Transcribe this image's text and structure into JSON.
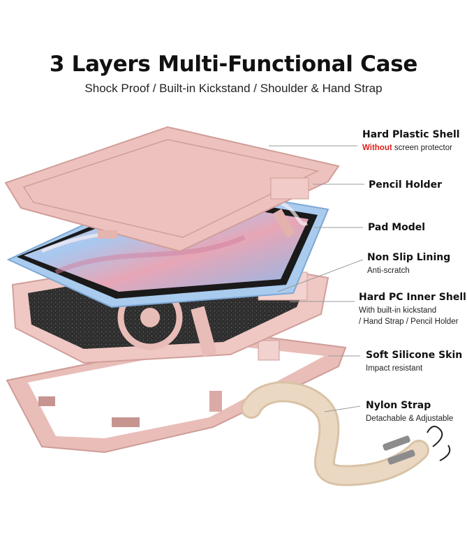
{
  "header": {
    "title": "3 Layers Multi-Functional Case",
    "subtitle": "Shock Proof / Built-in Kickstand / Shoulder & Hand Strap"
  },
  "callouts": [
    {
      "label": "Hard Plastic Shell",
      "note_highlight": "Without",
      "note": " screen protector"
    },
    {
      "label": "Pencil Holder"
    },
    {
      "label": "Pad Model"
    },
    {
      "label": "Non Slip Lining",
      "note": "Anti-scratch"
    },
    {
      "label": "Hard PC Inner Shell",
      "note_line1": "With built-in kickstand",
      "note_line2": "/ Hand Strap / Pencil Holder"
    },
    {
      "label": "Soft Silicone Skin",
      "note": "Impact resistant"
    },
    {
      "label": "Nylon Strap",
      "note": "Detachable & Adjustable"
    }
  ],
  "colors": {
    "case_pink": "#edc3bf",
    "case_pink_dark": "#d49f9a",
    "lining": "#2f2f2f",
    "screen_blue": "#9fc4ea",
    "strap": "#e3cfb6",
    "highlight_red": "#e0201b"
  }
}
